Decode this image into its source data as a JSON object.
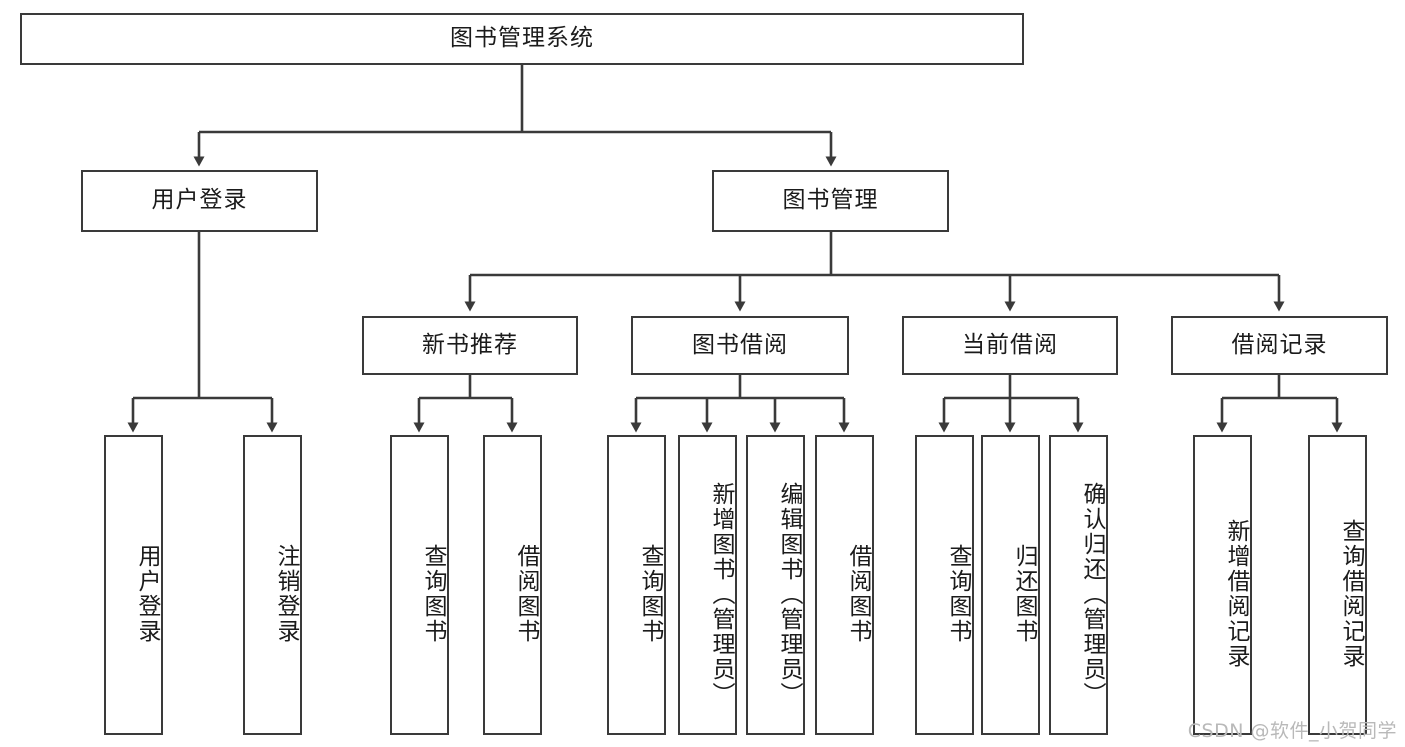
{
  "diagram": {
    "title": "图书管理系统",
    "watermark": "CSDN @软件_小贺同学",
    "line_color": "#3a3a3a",
    "box_fill": "#ffffff",
    "text_color": "#1b1b1b",
    "watermark_color": "#b9b9b9",
    "root": {
      "label": "图书管理系统"
    },
    "level2": [
      {
        "label": "用户登录"
      },
      {
        "label": "图书管理"
      }
    ],
    "level3": [
      {
        "label": "新书推荐"
      },
      {
        "label": "图书借阅"
      },
      {
        "label": "当前借阅"
      },
      {
        "label": "借阅记录"
      }
    ],
    "leaves": {
      "user_login": [
        {
          "label": "用户登录"
        },
        {
          "label": "注销登录"
        }
      ],
      "new_book_recommend": [
        {
          "label": "查询图书"
        },
        {
          "label": "借阅图书"
        }
      ],
      "book_borrow": [
        {
          "label": "查询图书"
        },
        {
          "label": "新增图书（管理员）"
        },
        {
          "label": "编辑图书（管理员）"
        },
        {
          "label": "借阅图书"
        }
      ],
      "current_borrow": [
        {
          "label": "查询图书"
        },
        {
          "label": "归还图书"
        },
        {
          "label": "确认归还（管理员）"
        }
      ],
      "borrow_records": [
        {
          "label": "新增借阅记录"
        },
        {
          "label": "查询借阅记录"
        }
      ]
    }
  }
}
